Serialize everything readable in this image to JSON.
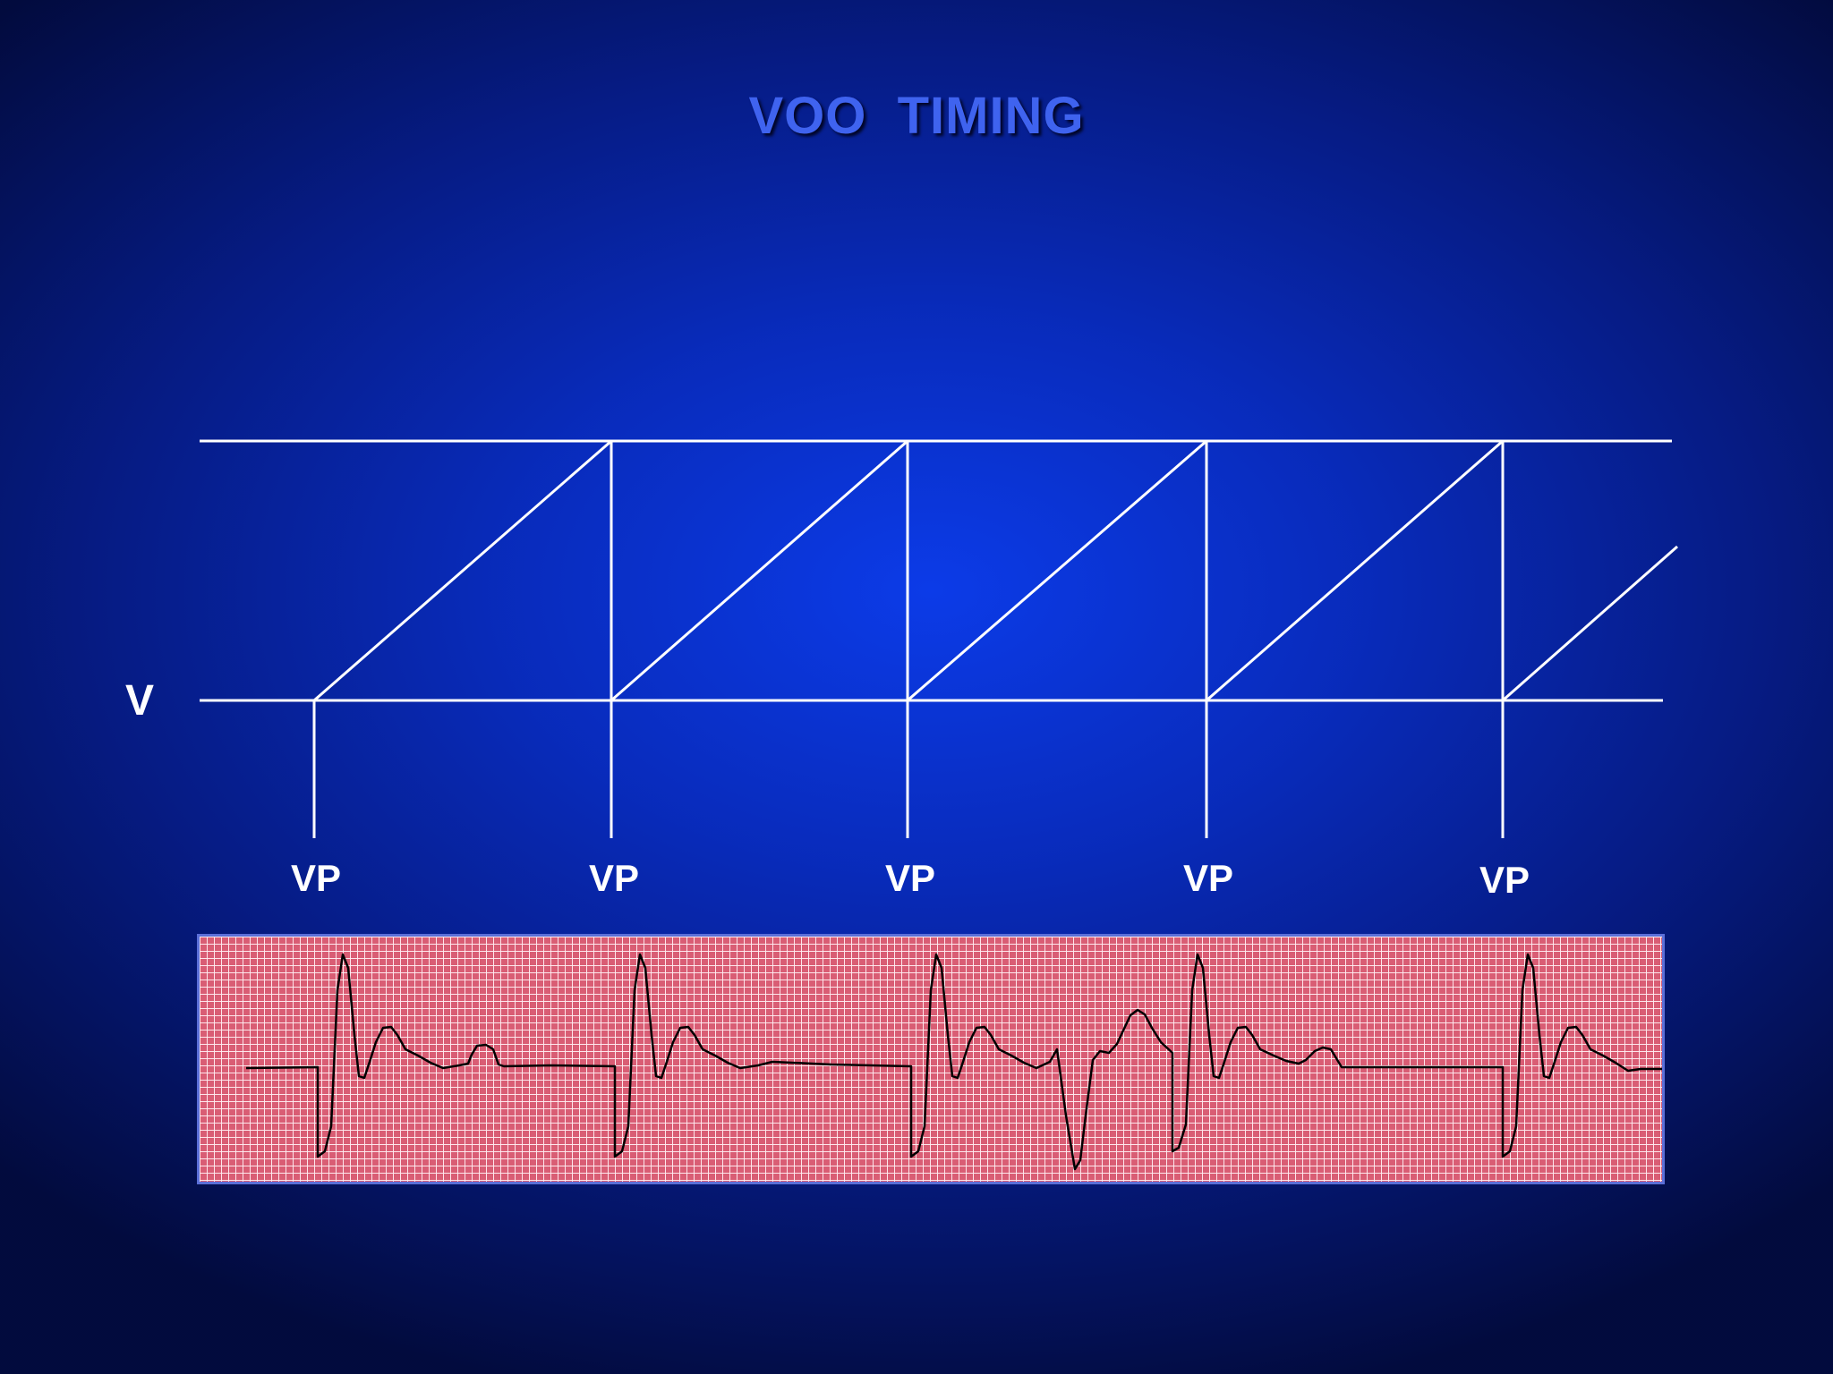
{
  "slide": {
    "title": "VOO  TIMING",
    "row_label": "V",
    "pace_marker_label": "VP",
    "pace_markers": [
      "VP",
      "VP",
      "VP",
      "VP",
      "VP"
    ]
  },
  "colors": {
    "background_center": "#0a3ae6",
    "background_edge": "#05124a",
    "title": "#3f63ef",
    "lines": "#ffffff",
    "ecg_paper": "#d95d74",
    "ecg_grid": "#ffecf0",
    "ecg_trace": "#000000"
  },
  "ecg": {
    "beat_count": 6
  }
}
